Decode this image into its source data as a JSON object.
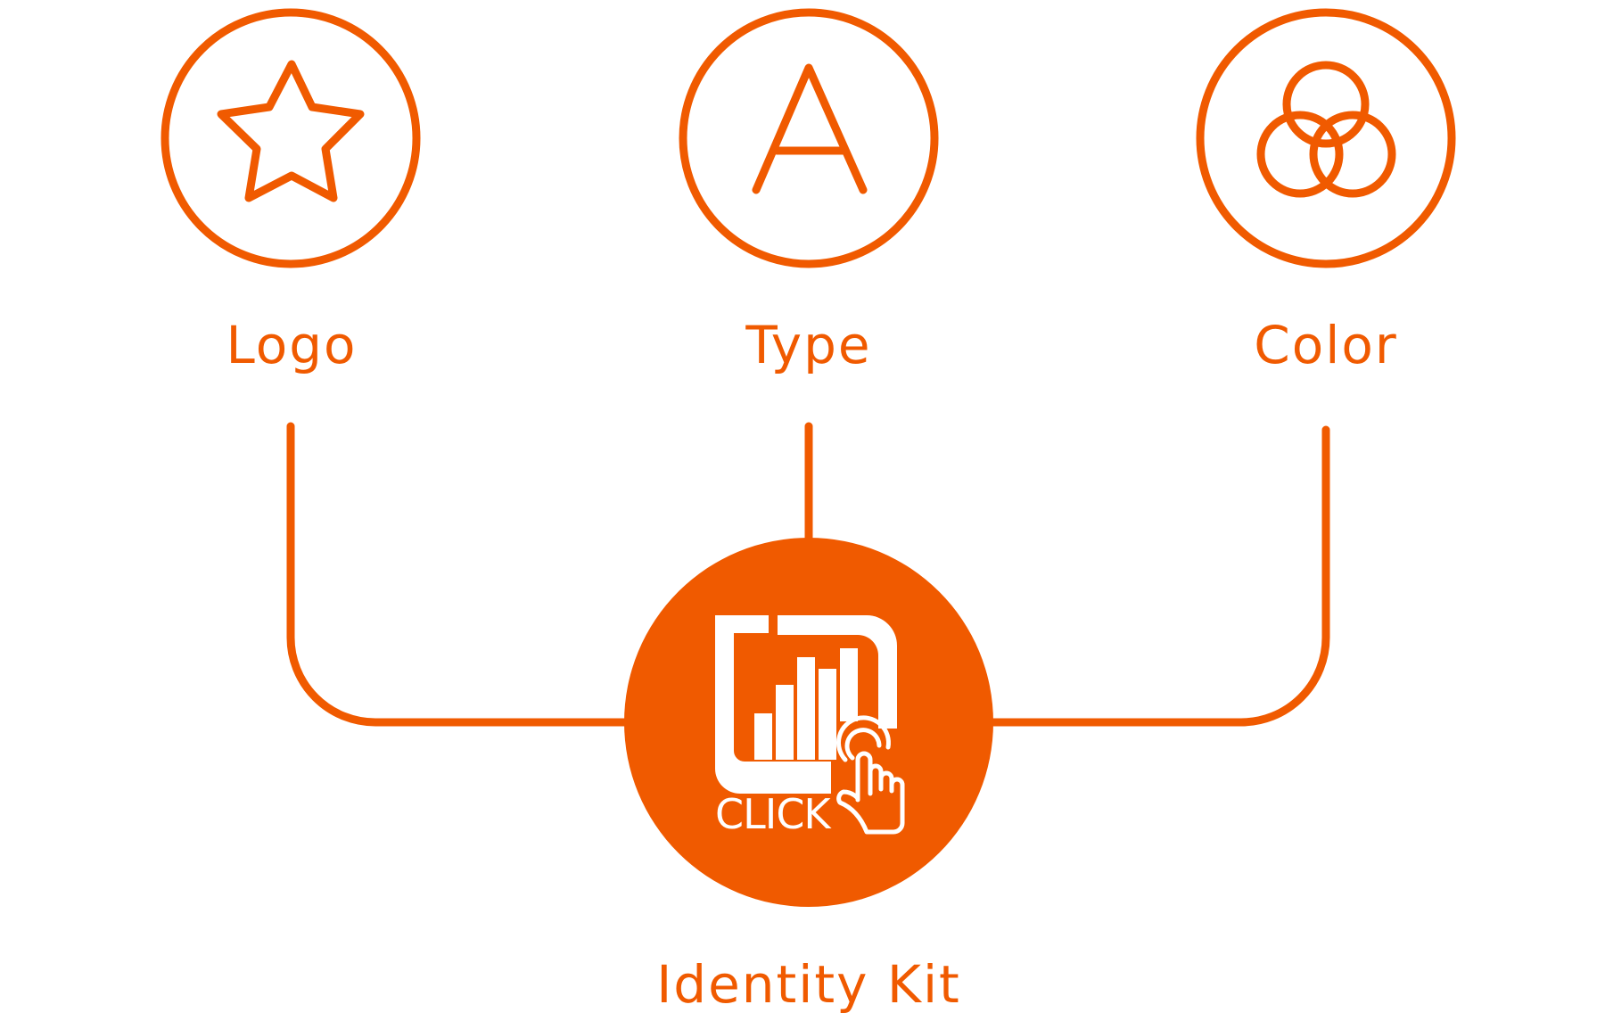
{
  "colors": {
    "accent": "#F05A00",
    "background": "#FFFFFF",
    "icon_foreground": "#FFFFFF"
  },
  "nodes": [
    {
      "label": "Logo",
      "icon": "star-icon"
    },
    {
      "label": "Type",
      "icon": "letter-a-icon"
    },
    {
      "label": "Color",
      "icon": "color-circles-icon"
    }
  ],
  "hub": {
    "label": "Identity Kit",
    "icon": "click-logo-icon",
    "logo_text": "CLICK"
  }
}
